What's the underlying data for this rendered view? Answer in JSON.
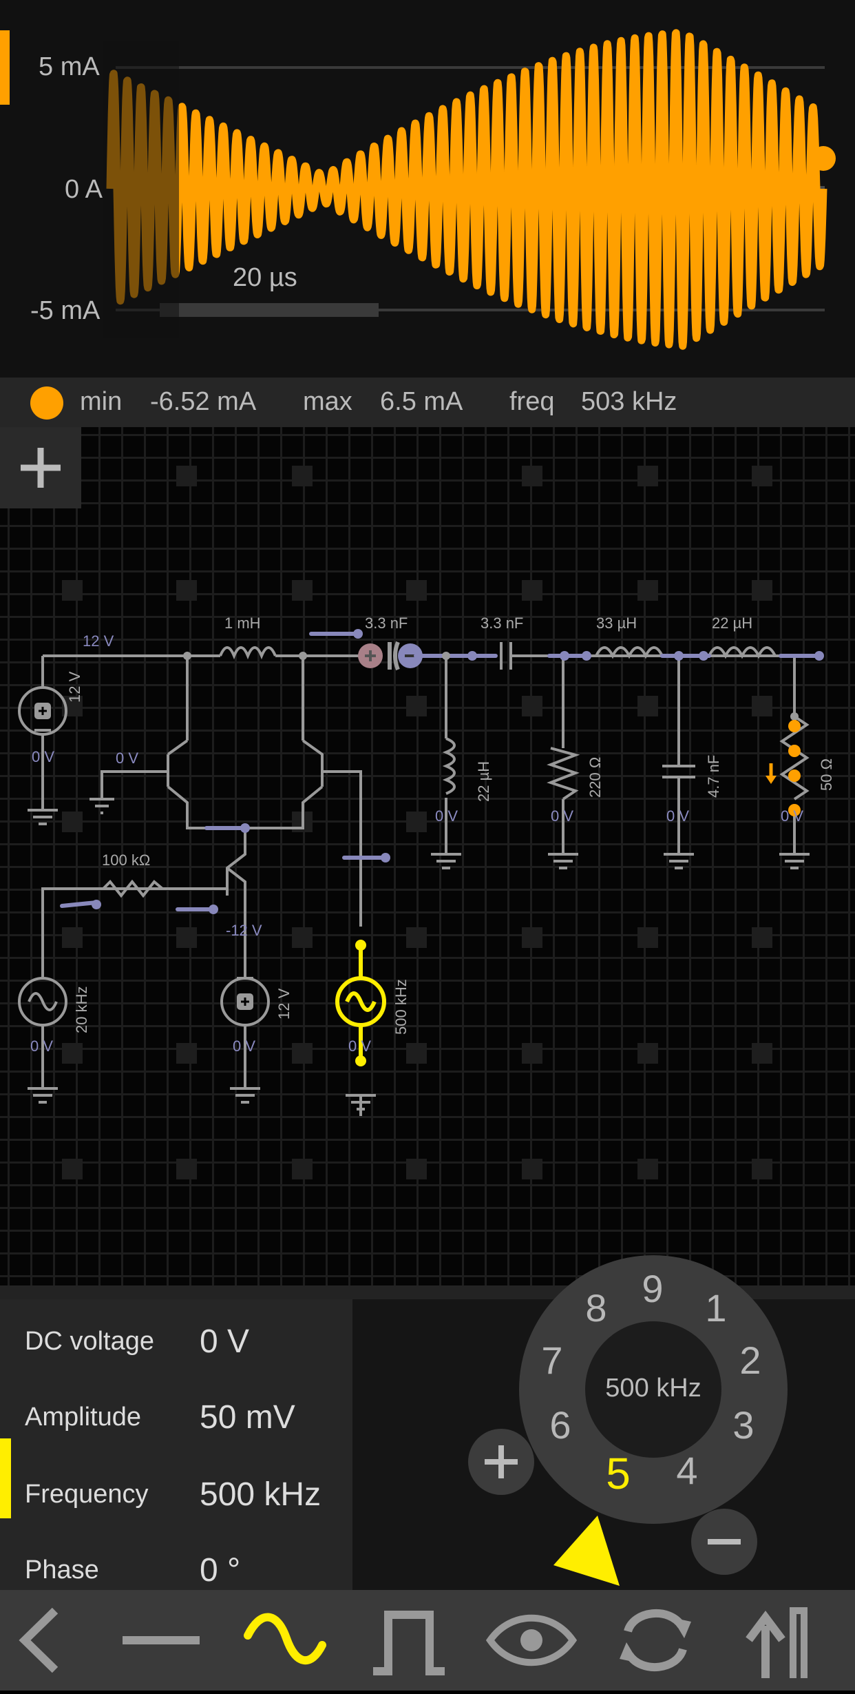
{
  "scope": {
    "y_labels": [
      "5 mA",
      "0 A",
      "-5 mA"
    ],
    "time_scale": "20 µs",
    "accent": "#ffa000"
  },
  "stats": {
    "min_label": "min",
    "min_value": "-6.52 mA",
    "max_label": "max",
    "max_value": "6.5 mA",
    "freq_label": "freq",
    "freq_value": "503 kHz"
  },
  "circuit": {
    "labels": {
      "v12_wire": "12 V",
      "l1": "1 mH",
      "c1": "3.3 nF",
      "c2": "3.3 nF",
      "l2": "33 µH",
      "l3": "22 µH",
      "src12": "12 V",
      "src12_v": "0 V",
      "base_v": "0 V",
      "l_shunt": "22 µH",
      "l_shunt_v": "0 V",
      "r220": "220 Ω",
      "r220_v": "0 V",
      "c47": "4.7 nF",
      "c47_v": "0 V",
      "r50": "50 Ω",
      "r50_v": "0 V",
      "r100k": "100 kΩ",
      "neg12": "-12 V",
      "src20k": "20 kHz",
      "src20k_v": "0 V",
      "srcm12": "12 V",
      "srcm12_v": "0 V",
      "src500k": "500 kHz",
      "src500k_v": "0 V"
    }
  },
  "properties": [
    {
      "label": "DC voltage",
      "value": "0 V"
    },
    {
      "label": "Amplitude",
      "value": "50 mV"
    },
    {
      "label": "Frequency",
      "value": "500 kHz"
    },
    {
      "label": "Phase",
      "value": "0 °"
    }
  ],
  "dial": {
    "center": "500 kHz",
    "digits": [
      "9",
      "1",
      "2",
      "3",
      "4",
      "5",
      "6",
      "7",
      "8"
    ],
    "selected": "5",
    "highlight": "#ffee00"
  },
  "toolbar": {
    "icons": [
      "back-icon",
      "wire-icon",
      "sine-wave-icon",
      "pulse-wave-icon",
      "eye-icon",
      "rotate-icon",
      "flip-icon"
    ]
  }
}
